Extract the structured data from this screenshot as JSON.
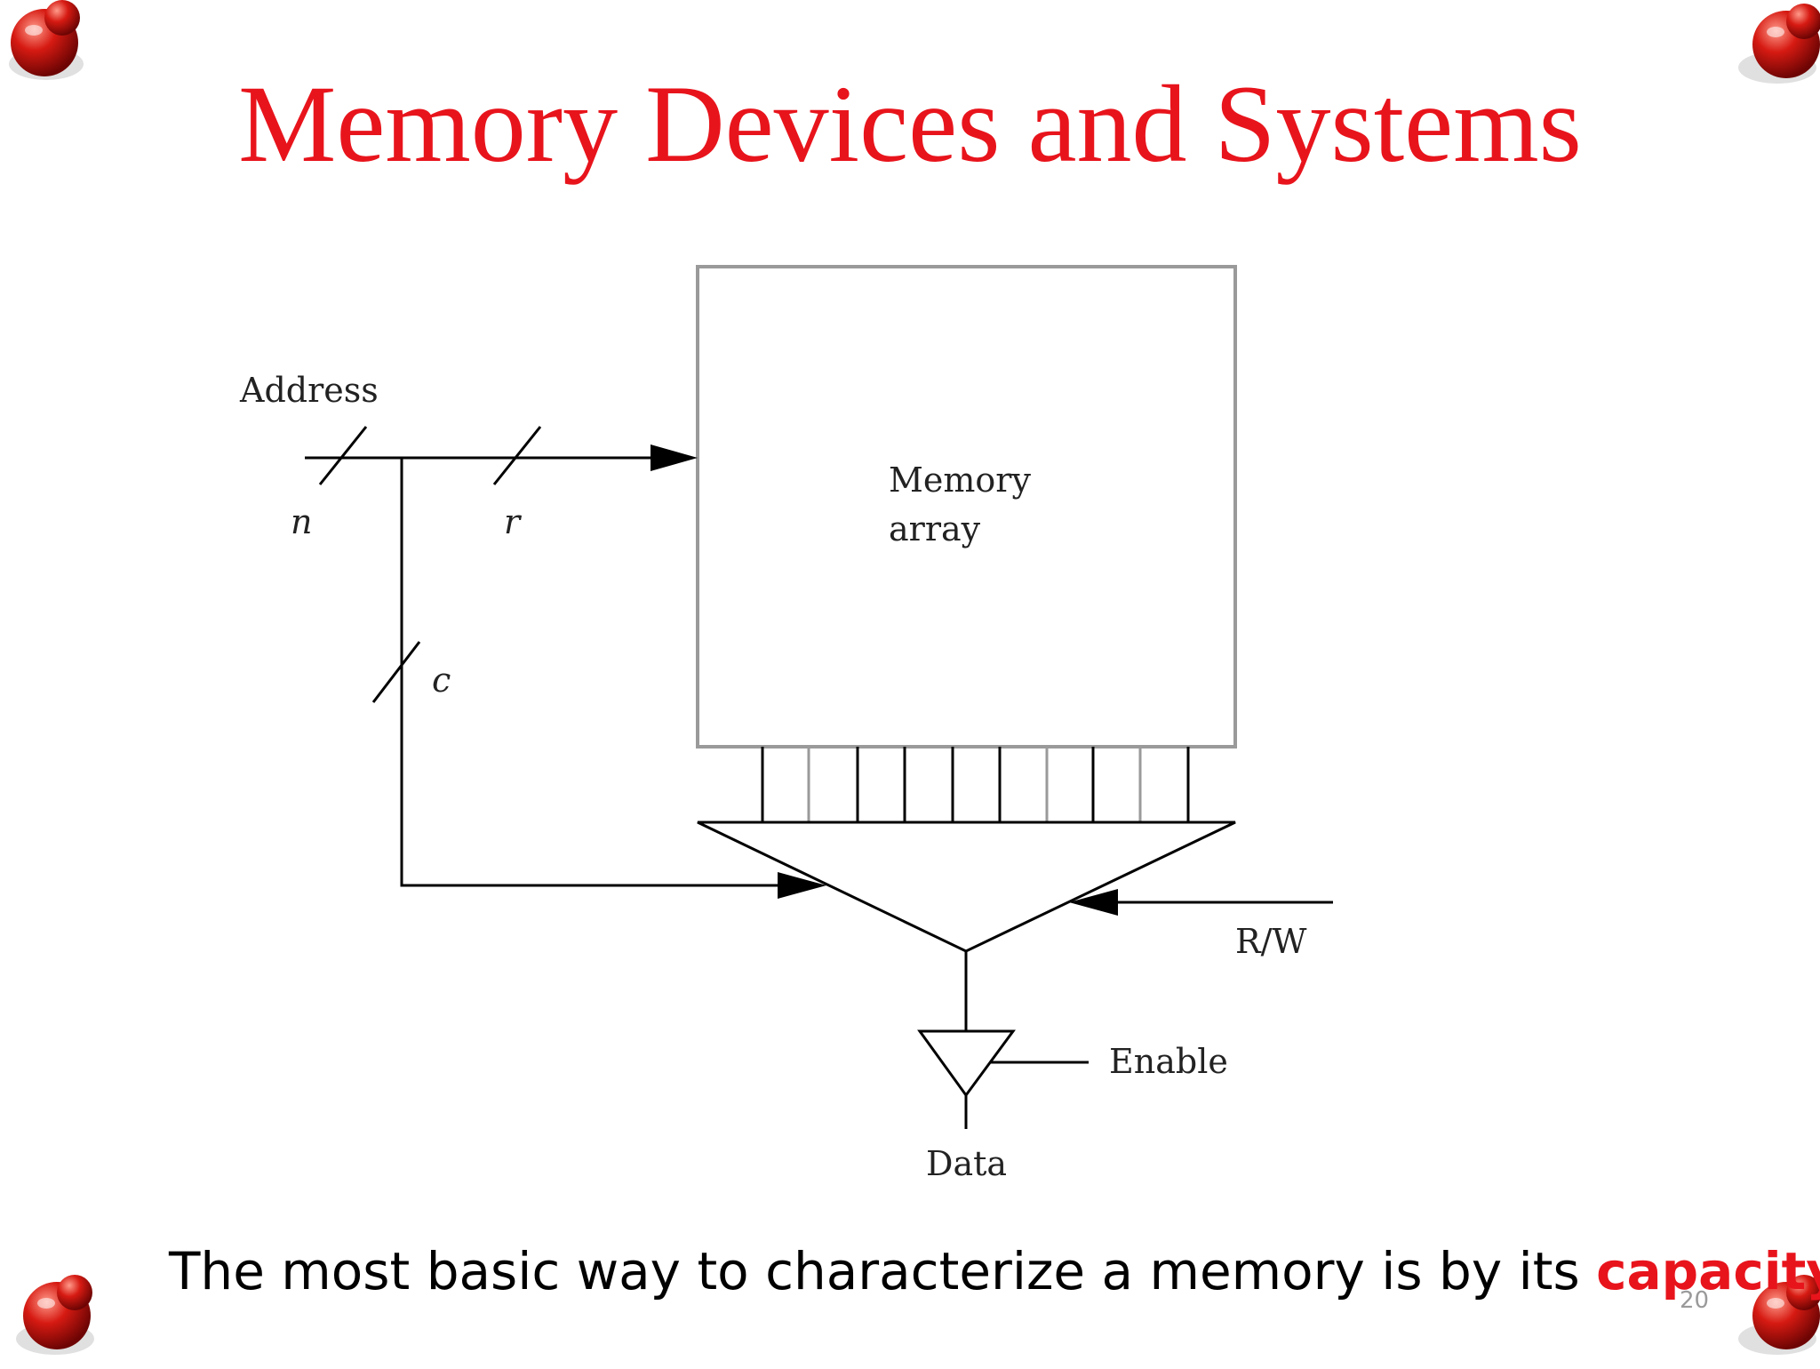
{
  "slide": {
    "title": "Memory Devices and Systems",
    "caption_text": "The most basic way to characterize a memory is by its ",
    "caption_emphasis": "capacity",
    "page_number": "20",
    "accent_color": "#e8141c",
    "decoration_icon": "red-pushpin-icon"
  },
  "diagram": {
    "address_label": "Address",
    "n_label": "n",
    "r_label": "r",
    "c_label": "c",
    "memory_label_line1": "Memory",
    "memory_label_line2": "array",
    "rw_label": "R/W",
    "enable_label": "Enable",
    "data_label": "Data"
  }
}
